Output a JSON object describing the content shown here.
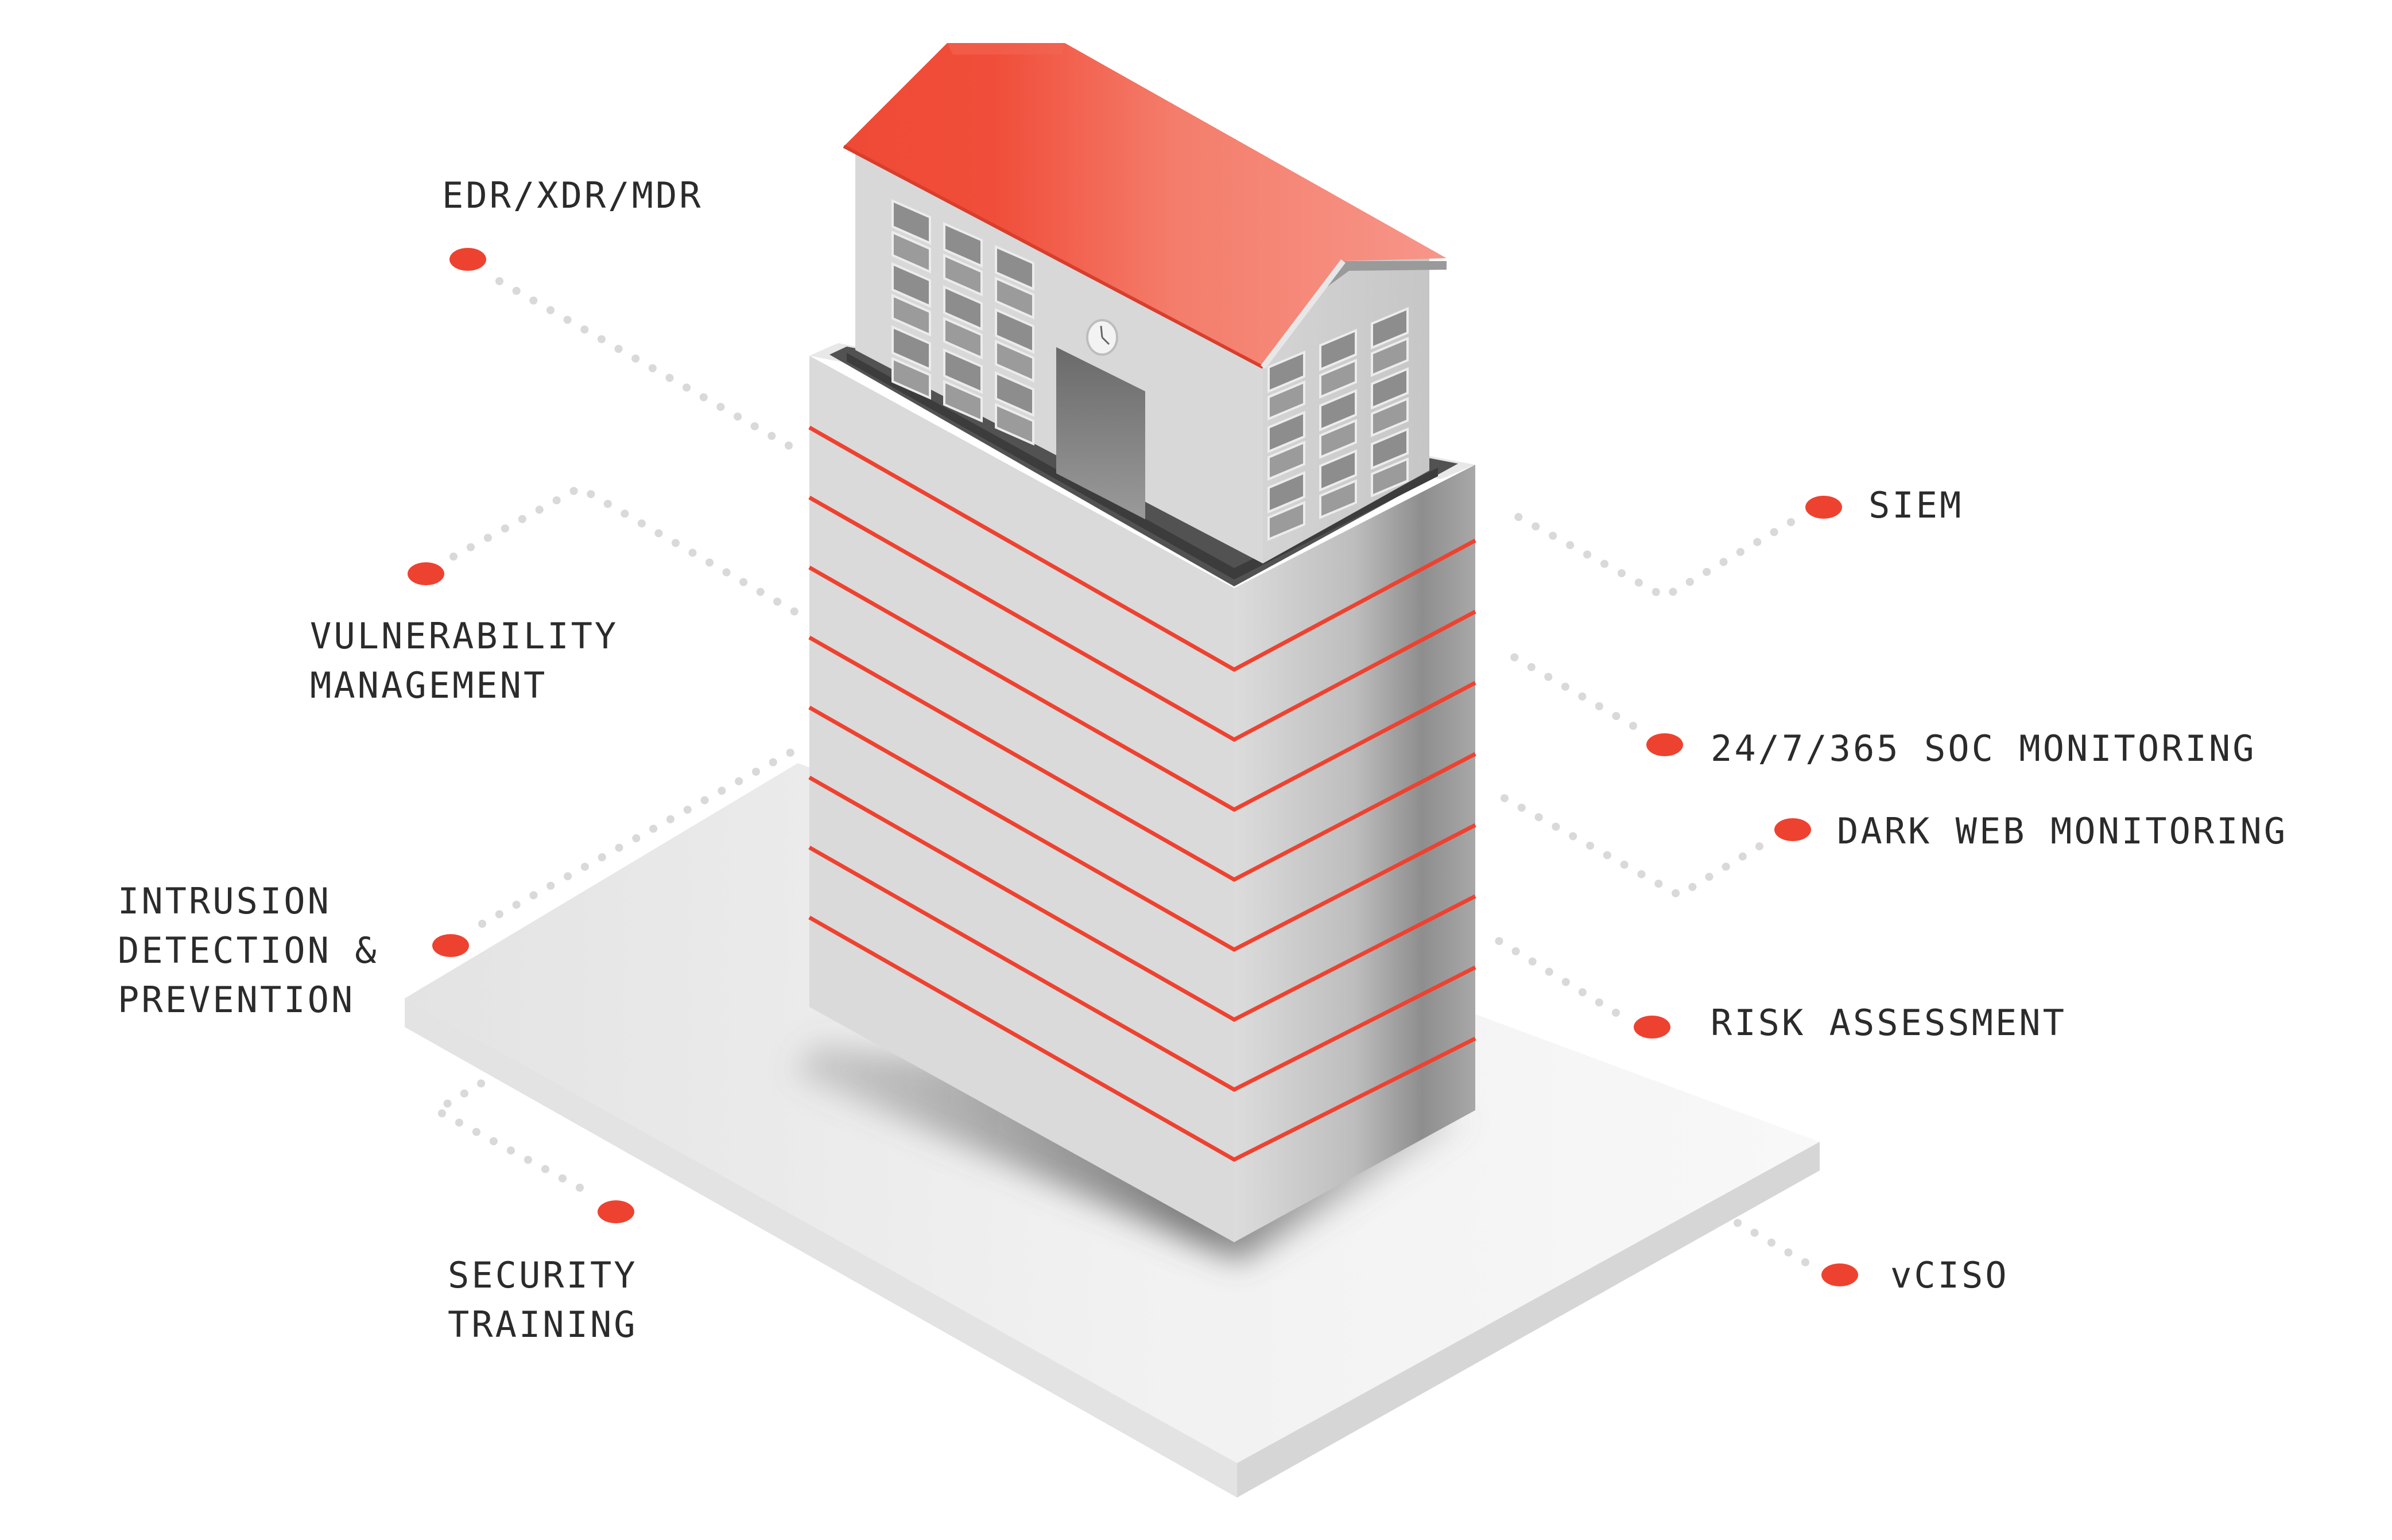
{
  "colors": {
    "accent": "#ee4230",
    "text": "#2b2b2b",
    "roof_light": "#f7948a",
    "building_light": "#dcdcdc",
    "building_dark": "#8f8f8f",
    "platform": "#ececec",
    "connector_dots": "#d9d9d9"
  },
  "services": [
    {
      "id": "edr",
      "lines": [
        "EDR/XDR/MDR"
      ]
    },
    {
      "id": "vuln",
      "lines": [
        "VULNERABILITY",
        "MANAGEMENT"
      ]
    },
    {
      "id": "ids",
      "lines": [
        "INTRUSION",
        "DETECTION &",
        "PREVENTION"
      ]
    },
    {
      "id": "train",
      "lines": [
        "SECURITY",
        "TRAINING"
      ]
    },
    {
      "id": "siem",
      "lines": [
        "SIEM"
      ]
    },
    {
      "id": "soc",
      "lines": [
        "24/7/365 SOC MONITORING"
      ]
    },
    {
      "id": "dark",
      "lines": [
        "DARK WEB MONITORING"
      ]
    },
    {
      "id": "risk",
      "lines": [
        "RISK ASSESSMENT"
      ]
    },
    {
      "id": "vciso",
      "lines": [
        "vCISO"
      ]
    }
  ]
}
